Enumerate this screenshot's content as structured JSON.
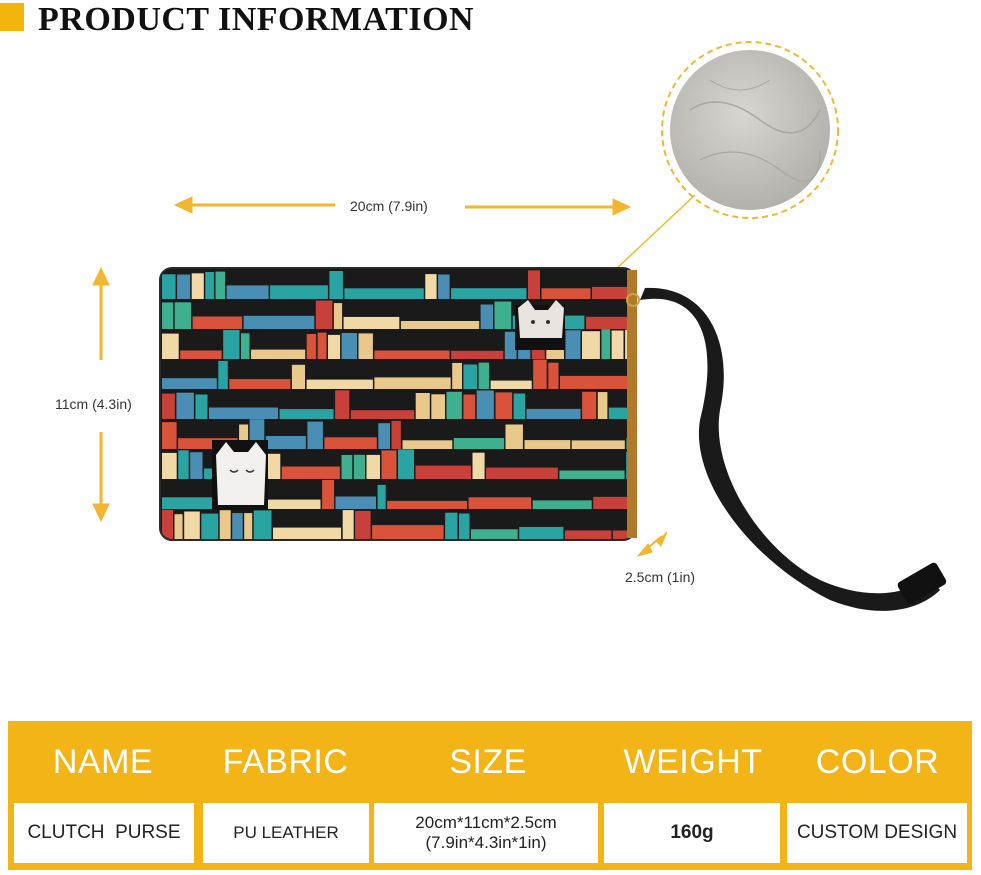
{
  "header": {
    "title": "PRODUCT INFORMATION"
  },
  "dimensions": {
    "width_label": "20cm (7.9in)",
    "height_label": "11cm (4.3in)",
    "depth_label": "2.5cm (1in)"
  },
  "colors": {
    "accent": "#f3b418",
    "header_bar": "#f2b40d",
    "arrow": "#f2b630",
    "leather_swatch": "#c9c7c2"
  },
  "specs": {
    "headers": [
      "NAME",
      "FABRIC",
      "SIZE",
      "WEIGHT",
      "COLOR"
    ],
    "values": {
      "name": "CLUTCH  PURSE",
      "fabric": "PU LEATHER",
      "size_line1": "20cm*11cm*2.5cm",
      "size_line2": "(7.9in*4.3in*1in)",
      "weight": "160g",
      "color": "CUSTOM DESIGN"
    }
  }
}
